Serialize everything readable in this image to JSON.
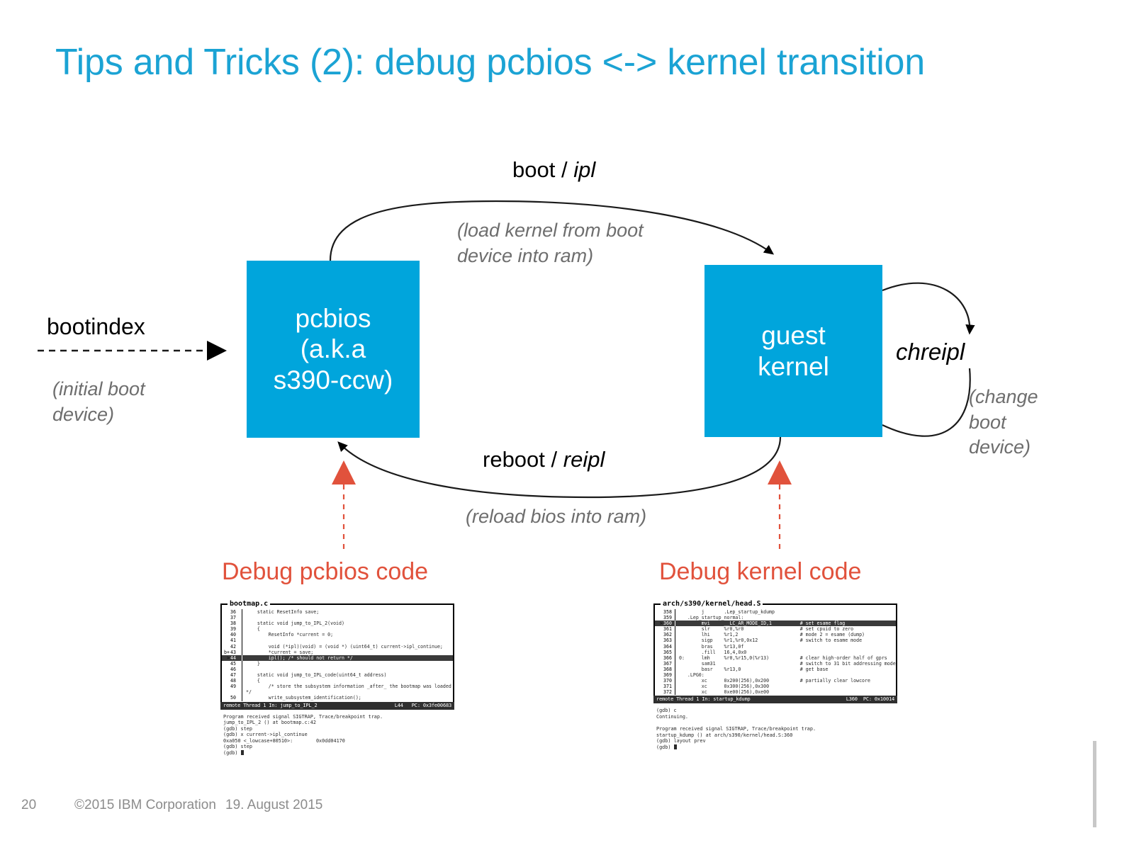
{
  "slide": {
    "title": "Tips and Tricks (2): debug pcbios <-> kernel transition",
    "accent_color": "#1BA3D4",
    "box_color": "#00A5DC",
    "debug_color": "#E1523C",
    "annotation_color": "#6E6E6E"
  },
  "diagram": {
    "nodes": [
      {
        "id": "pcbios",
        "label": "pcbios\n(a.k.a\ns390-ccw)"
      },
      {
        "id": "guest-kernel",
        "label": "guest\nkernel"
      }
    ],
    "edges": [
      {
        "id": "boot-ipl",
        "label_plain": "boot / ",
        "label_italic": "ipl",
        "annotation": "(load kernel from boot\ndevice into ram)",
        "direction": "pcbios-to-kernel"
      },
      {
        "id": "reboot-reipl",
        "label_plain": "reboot / ",
        "label_italic": "reipl",
        "annotation": "(reload bios into ram)",
        "direction": "kernel-to-pcbios"
      },
      {
        "id": "chreipl",
        "label_italic": "chreipl",
        "annotation": "(change\nboot\ndevice)",
        "direction": "kernel-self-loop"
      },
      {
        "id": "bootindex",
        "label_plain": "bootindex",
        "annotation": "(initial boot\ndevice)",
        "direction": "into-pcbios",
        "style": "dashed"
      }
    ]
  },
  "debug_callouts": [
    {
      "id": "debug-pcbios",
      "label": "Debug pcbios code"
    },
    {
      "id": "debug-kernel",
      "label": "Debug kernel code"
    }
  ],
  "terminals": [
    {
      "id": "terminal-pcbios",
      "file_title": "bootmap.c",
      "lines": [
        {
          "mark": "",
          "num": "36",
          "code": "    static ResetInfo save;",
          "highlight": false
        },
        {
          "mark": "",
          "num": "37",
          "code": "",
          "highlight": false
        },
        {
          "mark": "",
          "num": "38",
          "code": "    static void jump_to_IPL_2(void)",
          "highlight": false
        },
        {
          "mark": "",
          "num": "39",
          "code": "    {",
          "highlight": false
        },
        {
          "mark": "",
          "num": "40",
          "code": "        ResetInfo *current = 0;",
          "highlight": false
        },
        {
          "mark": "",
          "num": "41",
          "code": "",
          "highlight": false
        },
        {
          "mark": "",
          "num": "42",
          "code": "        void (*ipl)(void) = (void *) (uint64_t) current->ipl_continue;",
          "highlight": false
        },
        {
          "mark": "b+",
          "num": "43",
          "code": "        *current = save;",
          "highlight": false
        },
        {
          "mark": ">",
          "num": "44",
          "code": "        ipl(); /* should not return */",
          "highlight": true
        },
        {
          "mark": "",
          "num": "45",
          "code": "    }",
          "highlight": false
        },
        {
          "mark": "",
          "num": "46",
          "code": "",
          "highlight": false
        },
        {
          "mark": "",
          "num": "47",
          "code": "    static void jump_to_IPL_code(uint64_t address)",
          "highlight": false
        },
        {
          "mark": "",
          "num": "48",
          "code": "    {",
          "highlight": false
        },
        {
          "mark": "",
          "num": "49",
          "code": "        /* store the subsystem information _after_ the bootmap was loaded */",
          "highlight": false
        },
        {
          "mark": "",
          "num": "50",
          "code": "        write_subsystem_identification();",
          "highlight": false
        }
      ],
      "status_left": "remote Thread 1 In: jump_to_IPL_2",
      "status_right": "L44   PC: 0x3fe00683",
      "console": "Program received signal SIGTRAP, Trace/breakpoint trap.\njump_to_IPL_2 () at bootmap.c:42\n(gdb) step\n(gdb) x current->ipl_continue\n0xa050 <_lowcase+80510>:        0x0dd04170\n(gdb) step\n(gdb) "
    },
    {
      "id": "terminal-kernel",
      "file_title": "arch/s390/kernel/head.S",
      "lines": [
        {
          "mark": "",
          "num": "358",
          "code": "        j       .Lep_startup_kdump",
          "highlight": false
        },
        {
          "mark": "",
          "num": "359",
          "code": "   .Lep_startup_normal:",
          "highlight": false
        },
        {
          "mark": ">",
          "num": "360",
          "code": "        mvi     __LC_AR_MODE_ID,1          # set esame flag",
          "highlight": true
        },
        {
          "mark": "",
          "num": "361",
          "code": "        slr     %r0,%r0                    # set cpuid to zero",
          "highlight": false
        },
        {
          "mark": "",
          "num": "362",
          "code": "        lhi     %r1,2                      # mode 2 = esame (dump)",
          "highlight": false
        },
        {
          "mark": "",
          "num": "363",
          "code": "        sigp    %r1,%r0,0x12               # switch to esame mode",
          "highlight": false
        },
        {
          "mark": "",
          "num": "364",
          "code": "        bras    %r13,0f",
          "highlight": false
        },
        {
          "mark": "",
          "num": "365",
          "code": "        .fill   16,4,0x0",
          "highlight": false
        },
        {
          "mark": "",
          "num": "366",
          "code": "0:      lmh     %r0,%r15,0(%r13)           # clear high-order half of gprs",
          "highlight": false
        },
        {
          "mark": "",
          "num": "367",
          "code": "        sam31                              # switch to 31 bit addressing mode",
          "highlight": false
        },
        {
          "mark": "",
          "num": "368",
          "code": "        basr    %r13,0                     # get base",
          "highlight": false
        },
        {
          "mark": "",
          "num": "369",
          "code": "   .LPG0:",
          "highlight": false
        },
        {
          "mark": "",
          "num": "370",
          "code": "        xc      0x200(256),0x200           # partially clear lowcore",
          "highlight": false
        },
        {
          "mark": "",
          "num": "371",
          "code": "        xc      0x300(256),0x300",
          "highlight": false
        },
        {
          "mark": "",
          "num": "372",
          "code": "        xc      0xe00(256),0xe00",
          "highlight": false
        }
      ],
      "status_left": "remote Thread 1 In: startup_kdump",
      "status_right": "L360  PC: 0x10014",
      "console": "(gdb) c\nContinuing.\n\nProgram received signal SIGTRAP, Trace/breakpoint trap.\nstartup_kdump () at arch/s390/kernel/head.S:360\n(gdb) layout prev\n(gdb) "
    }
  ],
  "footer": {
    "page_number": "20",
    "copyright": "©2015 IBM Corporation",
    "date": "19. August 2015"
  }
}
